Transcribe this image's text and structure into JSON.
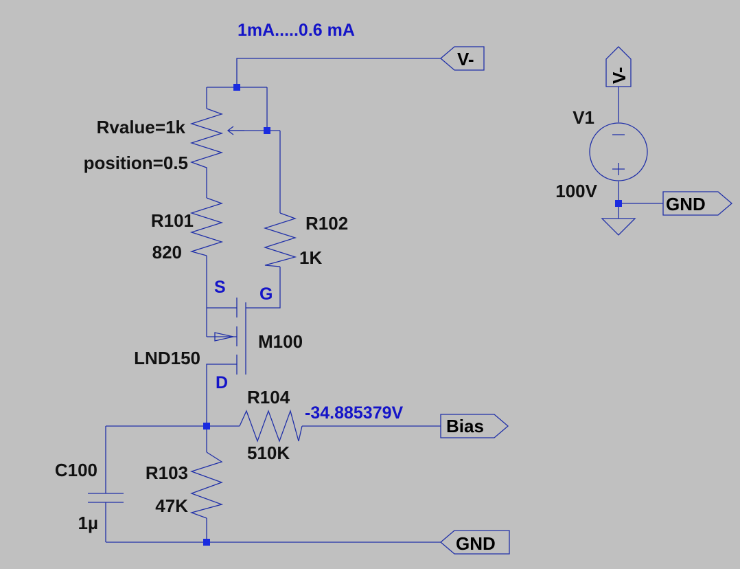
{
  "annotations": {
    "current_range": "1mA.....0.6 mA",
    "bias_voltage": "-34.885379V"
  },
  "components": {
    "pot": {
      "rvalue": "Rvalue=1k",
      "position": "position=0.5"
    },
    "r101": {
      "name": "R101",
      "value": "820"
    },
    "r102": {
      "name": "R102",
      "value": "1K"
    },
    "r103": {
      "name": "R103",
      "value": "47K"
    },
    "r104": {
      "name": "R104",
      "value": "510K"
    },
    "c100": {
      "name": "C100",
      "value": "1µ"
    },
    "m100": {
      "name": "M100",
      "model": "LND150",
      "source_pin": "S",
      "gate_pin": "G",
      "drain_pin": "D"
    },
    "v1": {
      "name": "V1",
      "value": "100V"
    }
  },
  "net_flags": {
    "vminus_top": "V-",
    "bias": "Bias",
    "gnd_bottom": "GND",
    "vminus_v1": "V-",
    "gnd_v1": "GND"
  },
  "colors": {
    "background": "#c0c0c0",
    "wire": "#1f2fa8",
    "junction": "#1a2be0",
    "annotation": "#1414c8",
    "label": "#111111"
  }
}
